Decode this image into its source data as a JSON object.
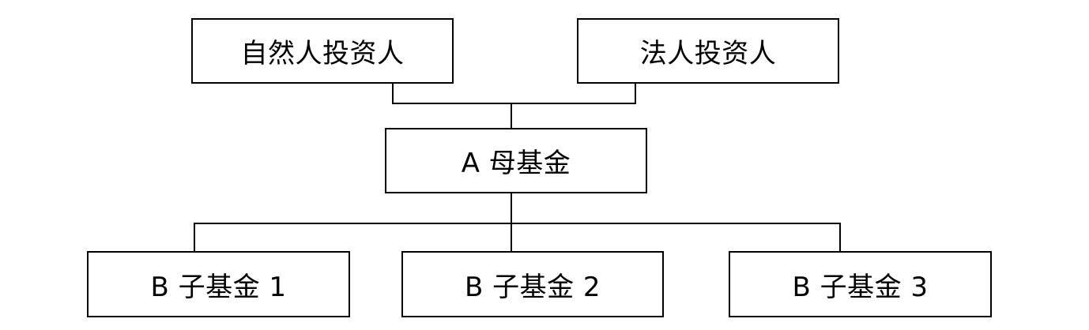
{
  "diagram": {
    "investors": {
      "natural": "自然人投资人",
      "legal": "法人投资人"
    },
    "parent_fund": "A 母基金",
    "sub_funds": [
      "B 子基金 1",
      "B 子基金 2",
      "B 子基金 3"
    ]
  },
  "colors": {
    "line": "#000000",
    "box_border": "#000000",
    "background": "#ffffff"
  }
}
